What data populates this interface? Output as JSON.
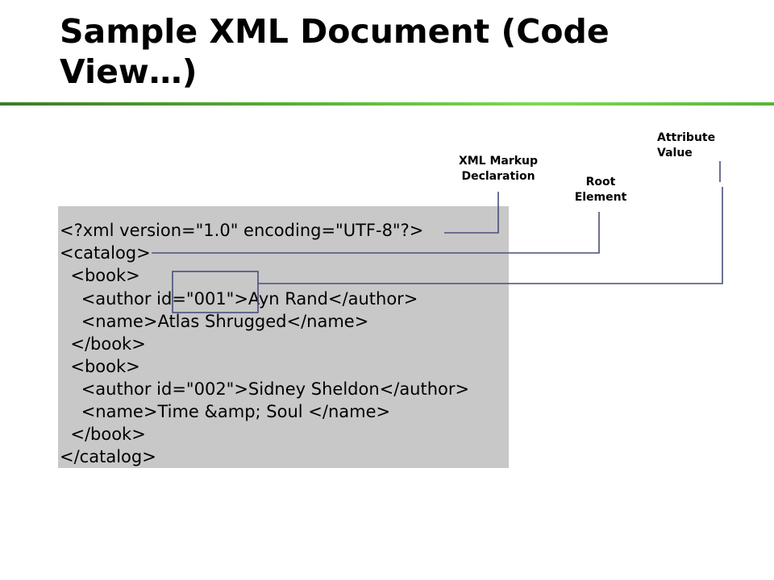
{
  "slide": {
    "title": "Sample XML Document (Code View…)"
  },
  "code": {
    "lines": [
      "<?xml version=\"1.0\" encoding=\"UTF-8\"?>",
      "<catalog>",
      "  <book>",
      "    <author id=\"001\">Ayn Rand</author>",
      "    <name>Atlas Shrugged</name>",
      "  </book>",
      "  <book>",
      "    <author id=\"002\">Sidney Sheldon</author>",
      "    <name>Time &amp; Soul </name>",
      "  </book>",
      "</catalog>"
    ]
  },
  "callouts": {
    "declaration": {
      "line1": "XML Markup",
      "line2": "Declaration"
    },
    "root": {
      "line1": "Root",
      "line2": "Element"
    },
    "attribute": {
      "line1": "Attribute",
      "line2": "Value"
    }
  },
  "colors": {
    "title_rule": "#58b338",
    "code_background": "#c8c8c8",
    "connector": "#4a4f7a"
  }
}
